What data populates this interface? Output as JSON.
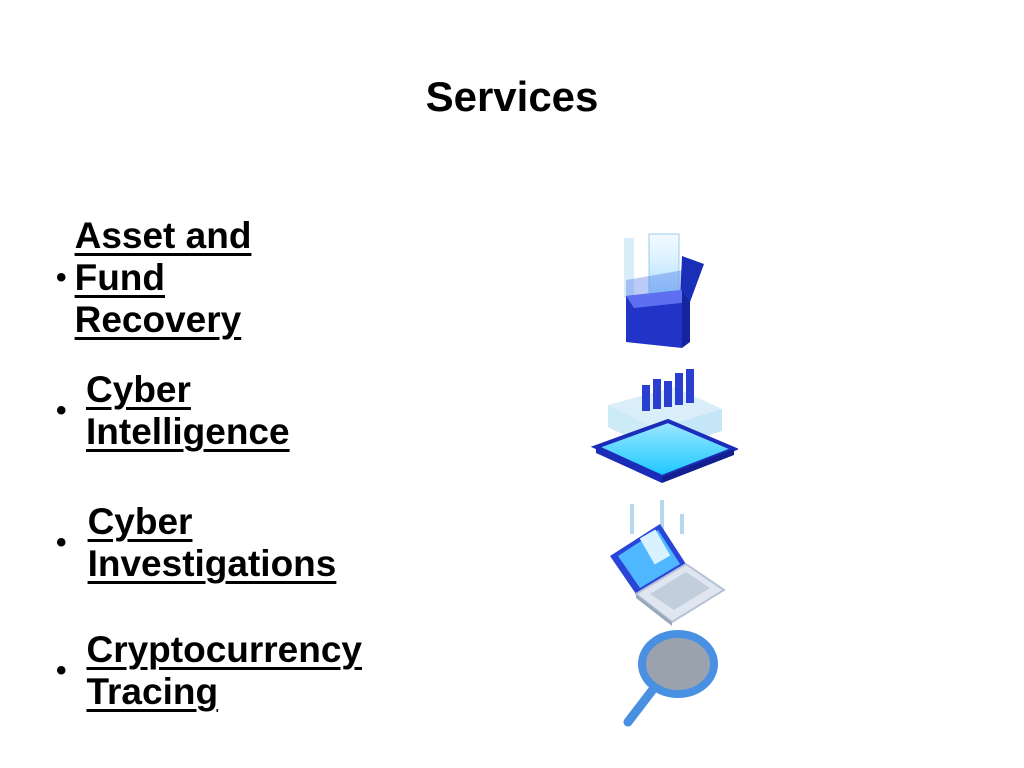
{
  "slide": {
    "title": "Services",
    "bullet_symbol": "•",
    "items": [
      {
        "label": "Asset and Fund Recovery",
        "icon": "box-icon"
      },
      {
        "label": "Cyber Intelligence",
        "icon": "data-platform-icon"
      },
      {
        "label": "Cyber Investigations",
        "icon": "laptop-icon"
      },
      {
        "label": "Cryptocurrency Tracing",
        "icon": "magnifier-icon"
      }
    ]
  },
  "colors": {
    "text": "#000000",
    "background": "#ffffff",
    "icon_primary": "#2233c8",
    "icon_accent": "#18c8ff",
    "magnifier": "#4a90e2"
  }
}
